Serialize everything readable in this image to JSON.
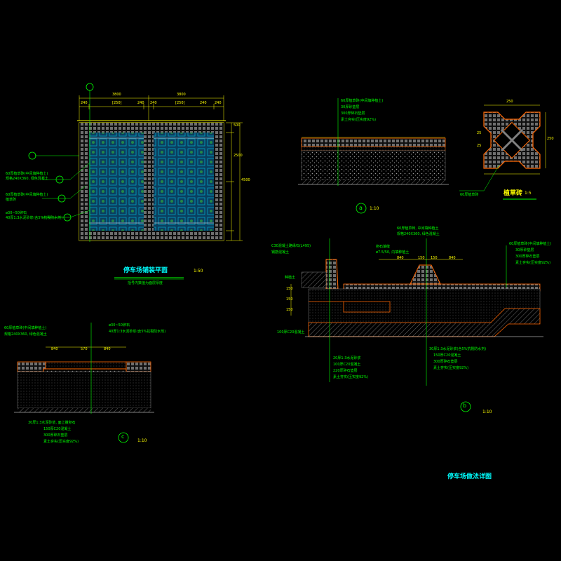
{
  "sheet_title": "停车场做法详图",
  "plan": {
    "title": "停车场铺装平面",
    "scale": "1:50",
    "subtitle": "括号内数值为面层厚度",
    "top_dims": [
      "3800",
      "3800"
    ],
    "sub_dims": [
      "240",
      "[250]",
      "240",
      "240",
      "[250]",
      "240",
      "240"
    ],
    "right_dims": [
      "500",
      "2500",
      "4500"
    ],
    "notes": [
      "60厚植草砖(中间填种植土)",
      "规格240X360, 绿色混凝土",
      "60厚植草砖(中间填种植土)",
      "植草砖",
      "ø30~50卵石",
      "40厚1:3水泥砂浆(含5%抗裂防水剂)"
    ]
  },
  "section_a": {
    "label": "a",
    "scale": "1:10",
    "notes": [
      "60厚植草砖(中间填种植土)",
      "30厚砂垫层",
      "300厚碎石垫层",
      "素土夯实(压实度92%)"
    ]
  },
  "brick": {
    "title": "植草砖",
    "scale": "1:5",
    "note": "60厚植草砖",
    "dims": [
      "250",
      "25",
      "25",
      "250"
    ]
  },
  "section_b": {
    "label": "b",
    "scale": "1:10",
    "left_notes": [
      "C30混凝土路缘石(L495)",
      "钢筋混凝土",
      "种植土"
    ],
    "top_notes": [
      "60厚植草砖, 中间填种植土",
      "规格240X360, 绿色混凝土",
      "卵石填缝",
      "ø7.5/50, 内填种植土"
    ],
    "dims": [
      "840",
      "150",
      "150",
      "840"
    ],
    "left_dims": [
      "150",
      "150",
      "150"
    ],
    "right_notes": [
      "60厚植草砖(中间填种植土)",
      "30厚砂垫层",
      "300厚碎石垫层",
      "素土夯实(压实度92%)"
    ],
    "lower_notes": [
      "20厚1:3水泥砂浆",
      "100厚C20混凝土",
      "220厚碎石垫层",
      "素土夯实(压实度92%)"
    ],
    "lower_right_notes": [
      "30厚1:3水泥砂浆(含5%抗裂防水剂)",
      "150厚C20混凝土",
      "300厚碎石垫层",
      "素土夯实(压实度92%)"
    ],
    "base_note": "100厚C20混凝土"
  },
  "section_c": {
    "label": "c",
    "scale": "1:10",
    "top_left_notes": [
      "60厚植草砖(中间填种植土)",
      "规格240X360, 绿色混凝土"
    ],
    "top_right_notes": [
      "ø30~50卵石",
      "40厚1:3水泥砂浆(含5%抗裂防水剂)"
    ],
    "dims": [
      "840",
      "570",
      "840"
    ],
    "bottom_notes": [
      "30厚1:3水泥砂浆, 面上撒卵石",
      "150厚C20混凝土",
      "300厚碎石垫层",
      "素土夯实(压实度92%)"
    ]
  },
  "colors": {
    "bg": "#000000",
    "line": "#00ff00",
    "dim": "#ffff00",
    "accent": "#ff6600",
    "hatch": "#808080",
    "title": "#00ffff",
    "fill": "#004c7f"
  }
}
